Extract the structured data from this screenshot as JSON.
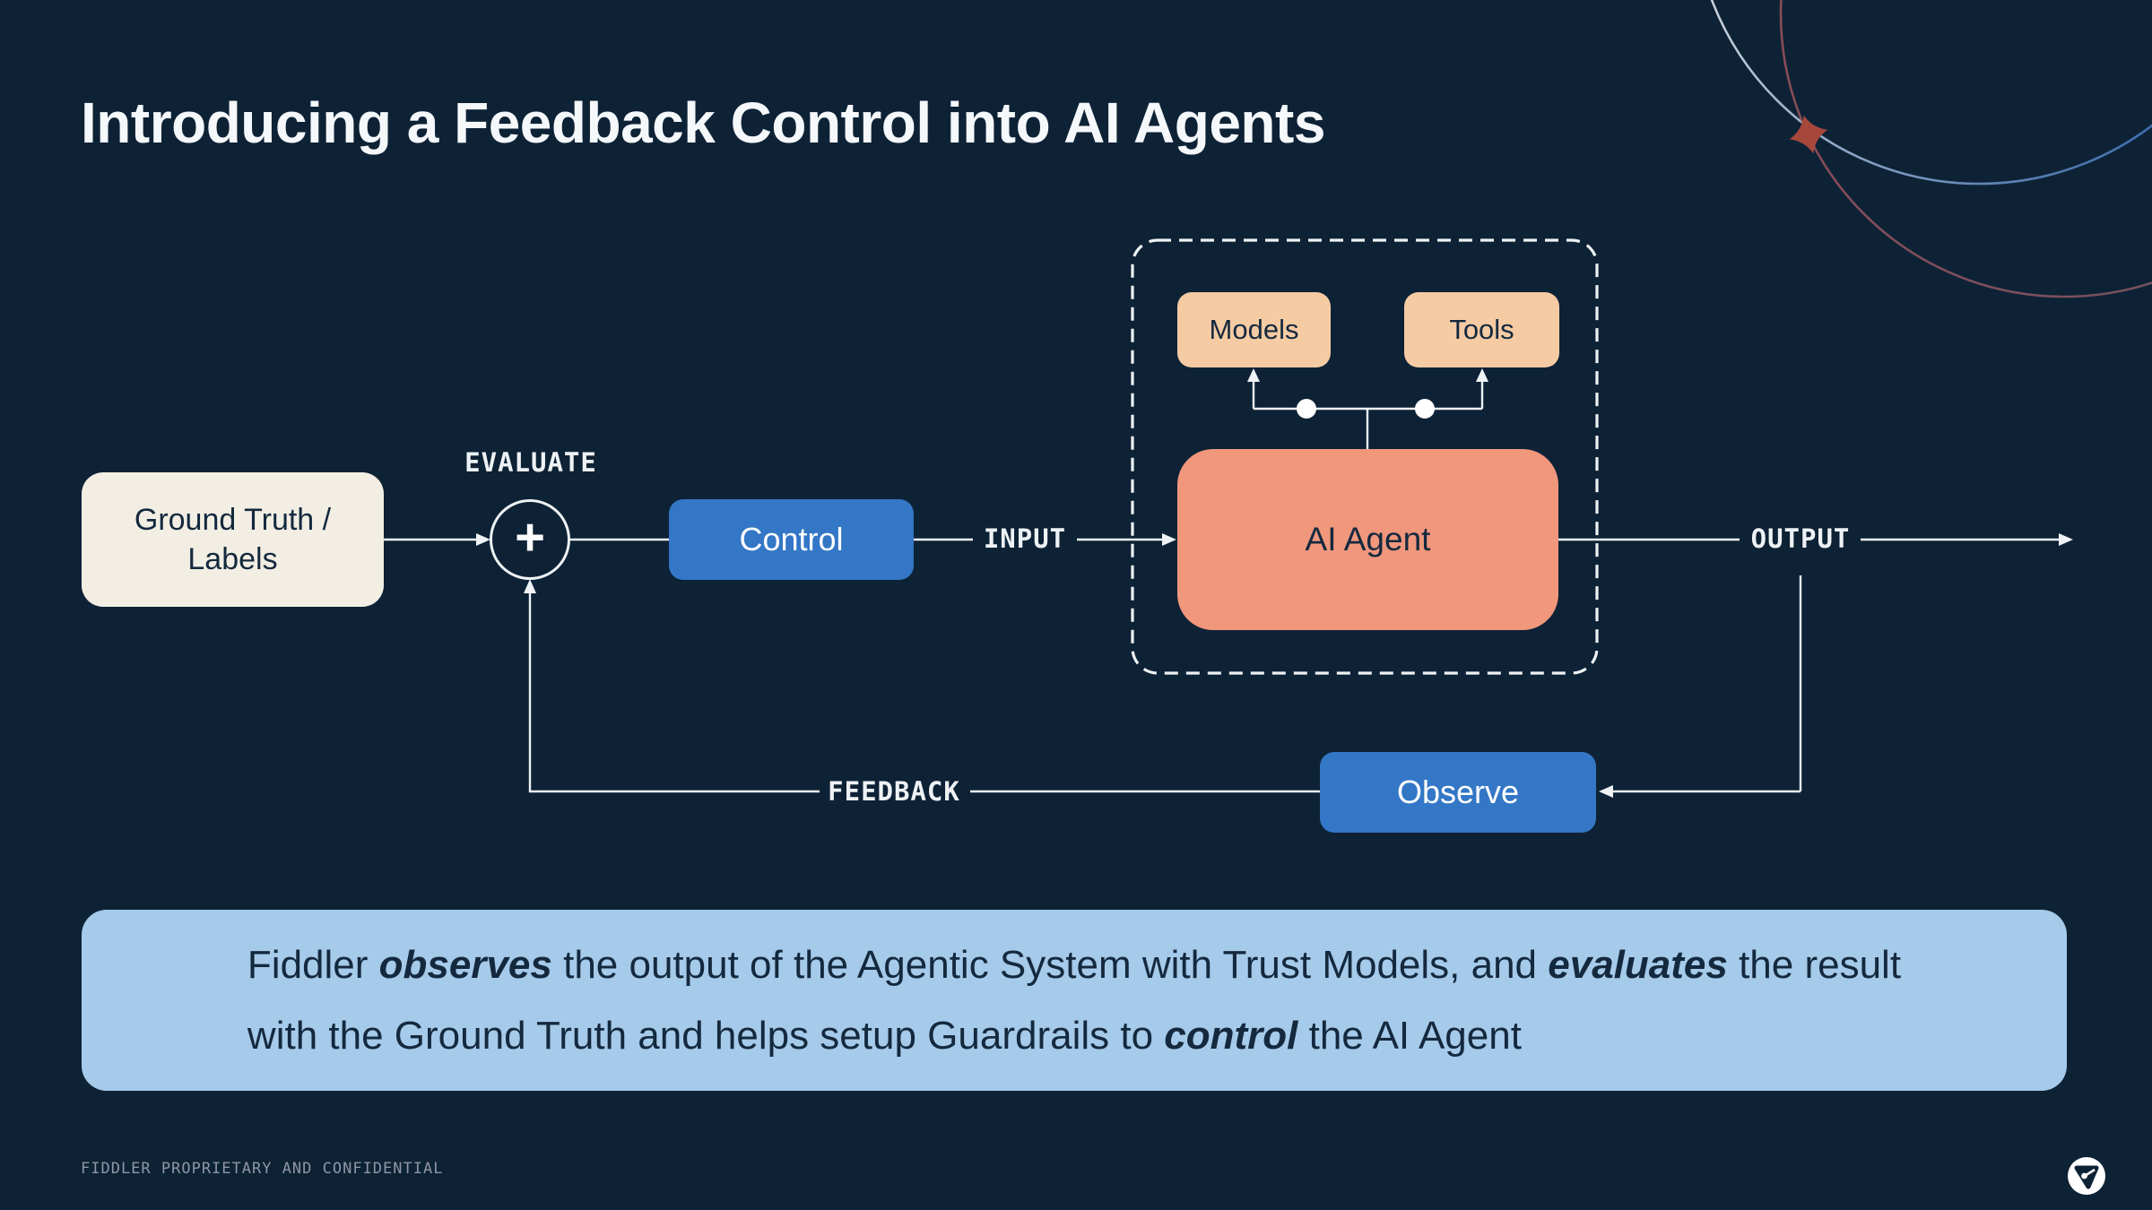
{
  "slide": {
    "title": "Introducing a Feedback Control into AI Agents",
    "footer": "FIDDLER PROPRIETARY AND CONFIDENTIAL"
  },
  "diagram": {
    "nodes": {
      "ground_truth": {
        "label": "Ground Truth / Labels"
      },
      "control": {
        "label": "Control"
      },
      "models": {
        "label": "Models"
      },
      "tools": {
        "label": "Tools"
      },
      "ai_agent": {
        "label": "AI Agent"
      },
      "observe": {
        "label": "Observe"
      }
    },
    "flow_labels": {
      "evaluate": "EVALUATE",
      "input": "INPUT",
      "output": "OUTPUT",
      "feedback": "FEEDBACK"
    },
    "junction_symbol": "+"
  },
  "summary": {
    "lines": [
      {
        "segments": [
          {
            "text": "Fiddler ",
            "emphasis": false
          },
          {
            "text": "observes",
            "emphasis": true
          },
          {
            "text": " the output of the Agentic System with Trust Models, and ",
            "emphasis": false
          },
          {
            "text": "evaluates",
            "emphasis": true
          },
          {
            "text": " the result",
            "emphasis": false
          }
        ]
      },
      {
        "segments": [
          {
            "text": "with the Ground Truth and helps setup Guardrails to ",
            "emphasis": false
          },
          {
            "text": "control",
            "emphasis": true
          },
          {
            "text": " the AI Agent",
            "emphasis": false
          }
        ]
      }
    ]
  },
  "colors": {
    "background": "#0e2236",
    "accent_blue": "#3377c6",
    "salmon": "#f0977c",
    "peach": "#f5cba3",
    "cream": "#f2eee3",
    "panel_blue": "#a6cae9",
    "line": "#eef2f4",
    "decor_red": "#9c525b",
    "decor_blue": "#3b6fb4",
    "star": "#a7473c"
  }
}
